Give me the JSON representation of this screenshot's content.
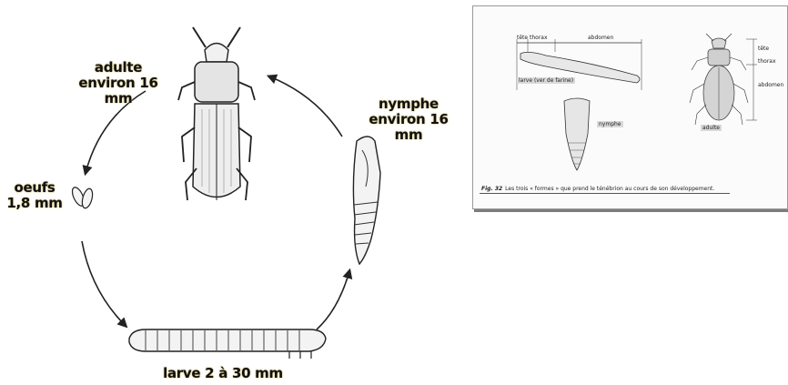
{
  "cycle": {
    "adult": {
      "line1": "adulte",
      "line2": "environ 16 mm"
    },
    "nymph": {
      "line1": "nymphe",
      "line2": "environ 16 mm"
    },
    "eggs": {
      "line1": "oeufs",
      "line2": "1,8 mm"
    },
    "larva": {
      "line1": "larve 2 à 30 mm"
    },
    "label_color": "#111111",
    "glow_color": "#c9b56a"
  },
  "inset": {
    "larva_header": {
      "head": "tête",
      "thorax": "thorax",
      "abdomen": "abdomen"
    },
    "larva_caption": "larve (ver de farine)",
    "nymph_caption": "nymphe",
    "adult_caption": "adulte",
    "adult_side": {
      "head": "tête",
      "thorax": "thorax",
      "abdomen": "abdomen"
    },
    "caption": {
      "fig": "Fig. 32",
      "text": "Les trois « formes » que prend le ténébrion au cours de son développement."
    }
  }
}
